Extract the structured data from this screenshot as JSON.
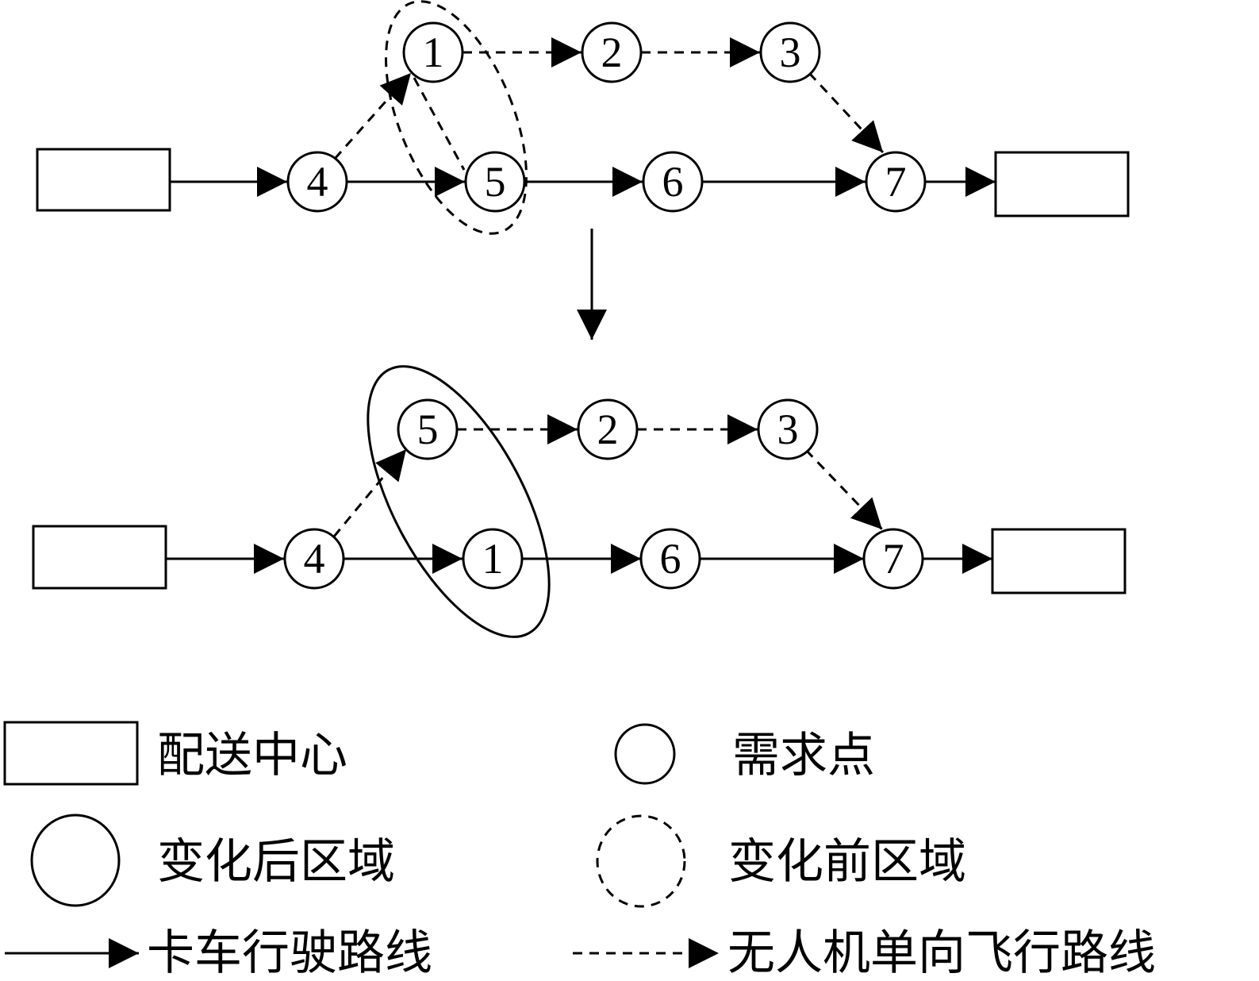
{
  "nodes": {
    "n1": "1",
    "n2": "2",
    "n3": "3",
    "n4": "4",
    "n5": "5",
    "n6": "6",
    "n7": "7"
  },
  "legend": {
    "depot": "配送中心",
    "demand_point": "需求点",
    "region_after": "变化后区域",
    "region_before": "变化前区域",
    "truck_route": "卡车行驶路线",
    "drone_route": "无人机单向飞行路线"
  },
  "colors": {
    "stroke": "#000000",
    "background": "#ffffff"
  }
}
